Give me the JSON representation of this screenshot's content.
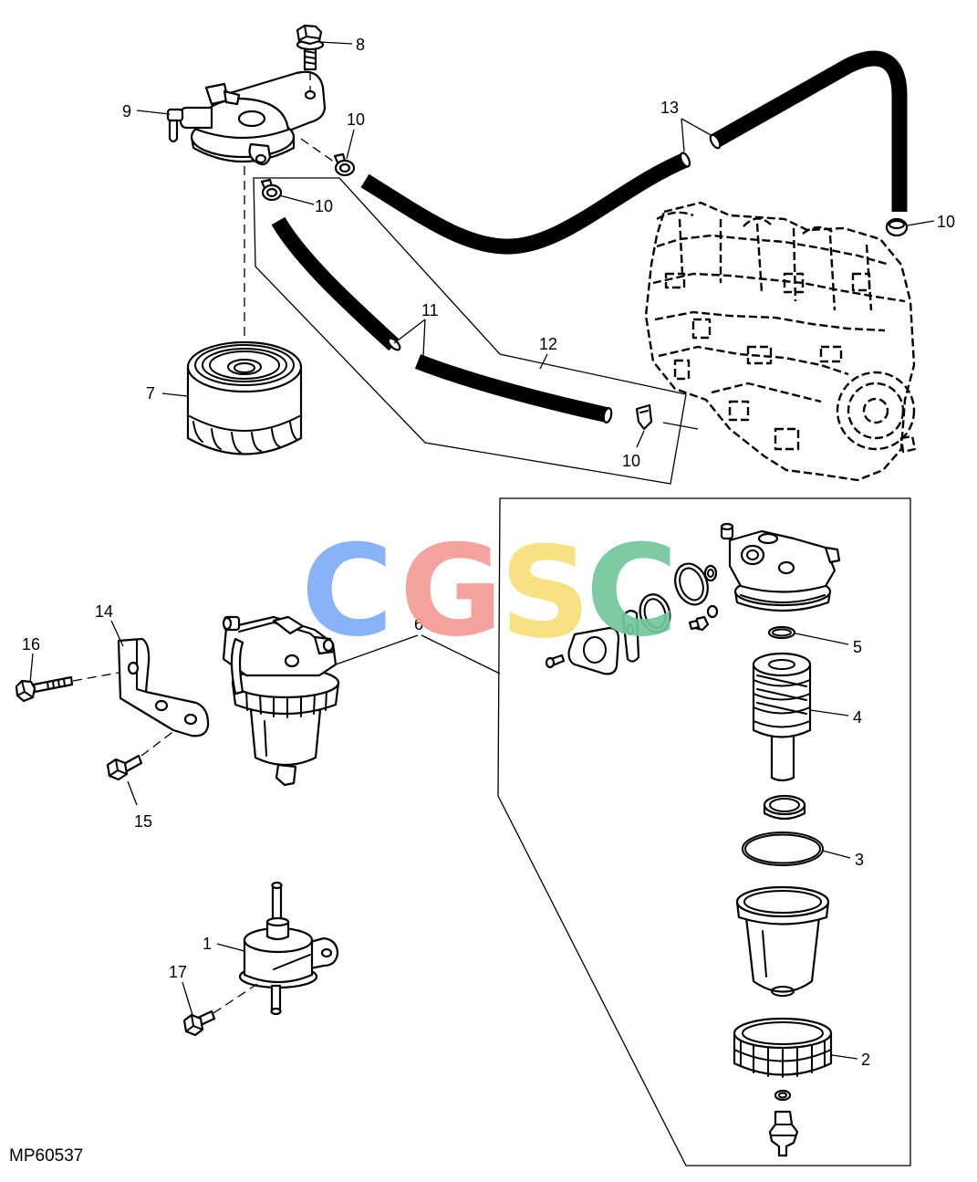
{
  "figure_id": "MP60537",
  "watermark": {
    "letters": [
      "C",
      "G",
      "S",
      "C"
    ],
    "colors": [
      "#7fadf8",
      "#f49b95",
      "#f8df78",
      "#74c69c"
    ]
  },
  "callouts": {
    "n1": "1",
    "n2": "2",
    "n3": "3",
    "n4": "4",
    "n5": "5",
    "n6": "6",
    "n7": "7",
    "n8": "8",
    "n9": "9",
    "n10": "10",
    "n11": "11",
    "n12": "12",
    "n13": "13",
    "n14": "14",
    "n15": "15",
    "n16": "16",
    "n17": "17"
  }
}
